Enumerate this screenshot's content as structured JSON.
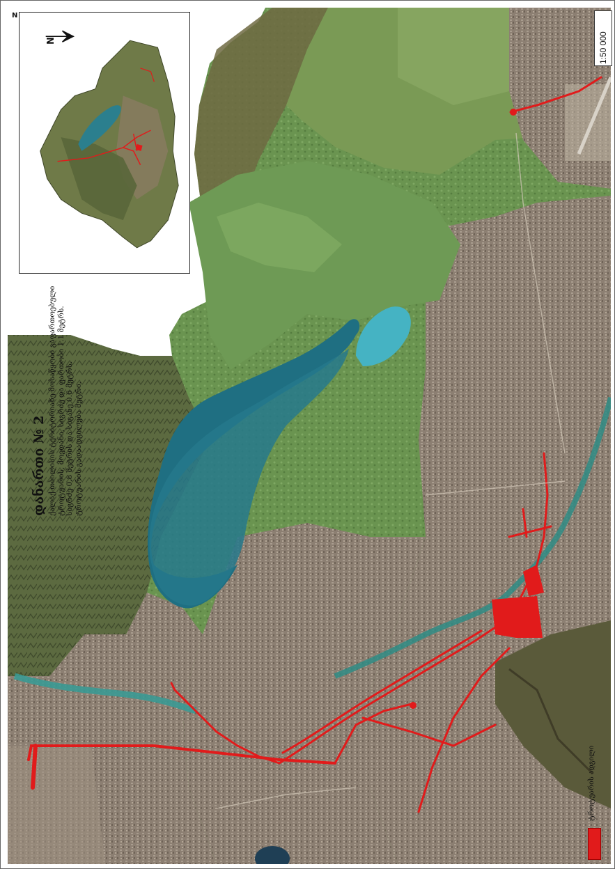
{
  "map": {
    "title": "დანართი № 2",
    "description_lines": [
      "ქალაქ თბილისის ტერიტორიაზე მოსაწყობი გაფართოებული",
      "ტროტუარის, მოედანი, სიგრძე და ფართობი 1.1 მეტრს.",
      "სიგრძე 0.8 მეტრის და სიგანე 0.6 მეტრს.",
      "ტროტუარის გადაადგილება მეტრი."
    ],
    "scale_label": "1:50 000",
    "corner_mark": "N",
    "legend": {
      "label": "ტროტუარის ადგილი",
      "color": "#e11b1b"
    },
    "inset": {
      "north_label": "N"
    },
    "colors": {
      "lake": "#1f6f82",
      "lake_light": "#45b3c3",
      "vegetation": "#5f8a45",
      "urban": "#8a7a6c",
      "highlight": "#e11b1b",
      "river": "#2f8c85"
    }
  }
}
